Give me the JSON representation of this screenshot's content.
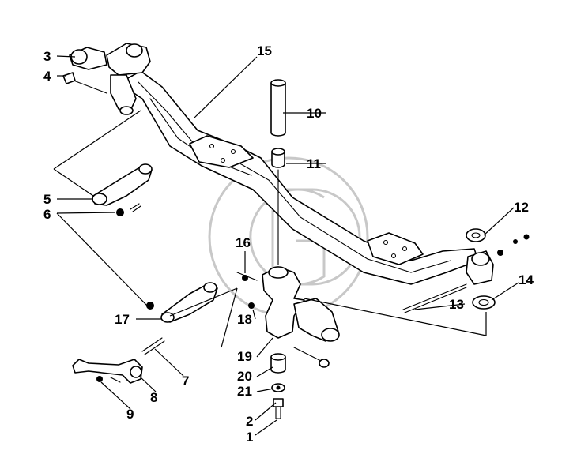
{
  "diagram": {
    "callouts": [
      {
        "id": "c1",
        "label": "1"
      },
      {
        "id": "c2",
        "label": "2"
      },
      {
        "id": "c3",
        "label": "3"
      },
      {
        "id": "c4",
        "label": "4"
      },
      {
        "id": "c5",
        "label": "5"
      },
      {
        "id": "c6",
        "label": "6"
      },
      {
        "id": "c7",
        "label": "7"
      },
      {
        "id": "c8",
        "label": "8"
      },
      {
        "id": "c9",
        "label": "9"
      },
      {
        "id": "c10",
        "label": "10"
      },
      {
        "id": "c11",
        "label": "11"
      },
      {
        "id": "c12",
        "label": "12"
      },
      {
        "id": "c13",
        "label": "13"
      },
      {
        "id": "c14",
        "label": "14"
      },
      {
        "id": "c15",
        "label": "15"
      },
      {
        "id": "c16",
        "label": "16"
      },
      {
        "id": "c17",
        "label": "17"
      },
      {
        "id": "c18",
        "label": "18"
      },
      {
        "id": "c19",
        "label": "19"
      },
      {
        "id": "c20",
        "label": "20"
      },
      {
        "id": "c21",
        "label": "21"
      }
    ],
    "watermark": {
      "icon": "logo-watermark-icon"
    }
  }
}
